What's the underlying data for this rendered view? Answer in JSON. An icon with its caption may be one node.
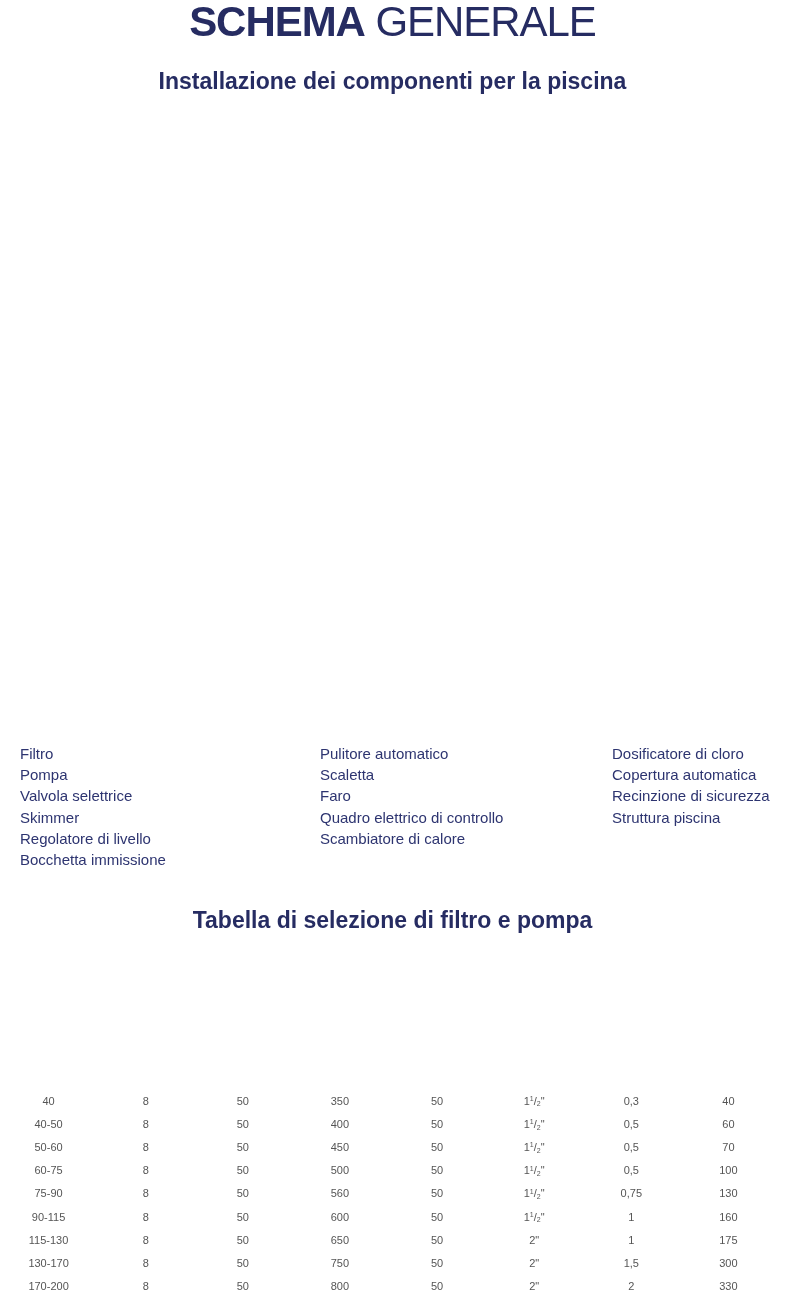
{
  "diagram": {
    "title": "**SCHEMA** GENERALE",
    "labels": [
      "Installazione dei componenti per la piscina",
      "Filtro",
      "Pompa",
      "Valvola selettrice",
      "Skimmer",
      "Regolatore di livello",
      "Bocchetta immissione",
      "Pulitore automatico",
      "Scaletta",
      "Faro",
      "Quadro elettrico di controllo",
      "Scambiatore di calore",
      "Dosificatore di cloro",
      "Copertura automatica",
      "Recinzione di sicurezza",
      "Struttura piscina",
      "Tabella di selezione di filtro e pompa",
      "40",
      "8",
      "50",
      "350",
      "50",
      "1$^{1}$/$_{2}$\"",
      "0,3",
      "40",
      "40-50",
      "8",
      "50",
      "400",
      "50",
      "1$^{1}$/$_{2}$\"",
      "0,5",
      "60",
      "50-60",
      "8",
      "50",
      "450",
      "50",
      "1$^{1}$/$_{2}$\"",
      "0,5",
      "70",
      "60-75",
      "8",
      "50",
      "500",
      "50",
      "1$^{1}$/$_{2}$\"",
      "0,5",
      "100",
      "75-90",
      "8",
      "50",
      "560",
      "50",
      "1$^{1}$/$_{2}$\"",
      "0,75",
      "130",
      "90-115",
      "8",
      "50",
      "600",
      "50",
      "1$^{1}$/$_{2}$\"",
      "1",
      "160",
      "115-130",
      "8",
      "50",
      "650",
      "50",
      "2\"",
      "1",
      "175",
      "130-170",
      "8",
      "50",
      "750",
      "50",
      "2\"",
      "1,5",
      "300",
      "170-200",
      "8",
      "50",
      "800",
      "50",
      "2\"",
      "2",
      "330"
    ]
  }
}
